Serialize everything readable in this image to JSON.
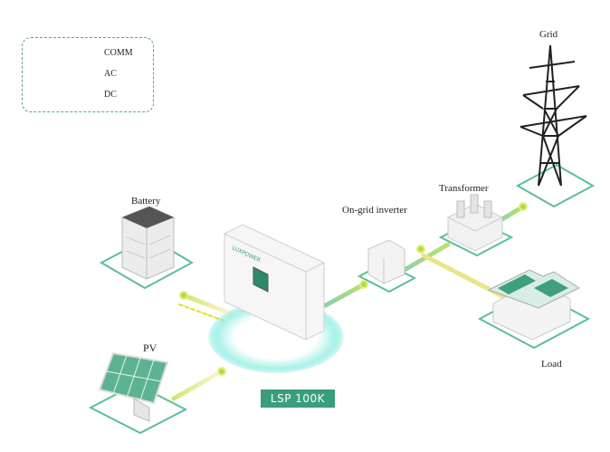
{
  "legend": {
    "items": [
      {
        "label": "COMM",
        "color": "#e8d92c",
        "style": "dashed"
      },
      {
        "label": "AC",
        "color": "#2e9a78",
        "style": "solid"
      },
      {
        "label": "DC",
        "color": "#f2c21b",
        "style": "solid"
      }
    ]
  },
  "nodes": {
    "grid": "Grid",
    "transformer": "Transformer",
    "ongrid_inverter": "On-grid inverter",
    "battery": "Battery",
    "pv": "PV",
    "load": "Load",
    "main_device": "LSP 100K"
  },
  "logo_text": "LUXPOWER",
  "colors": {
    "accent": "#3a9e7e",
    "platform": "#5bbf96",
    "glow": "#7fe8e0"
  }
}
